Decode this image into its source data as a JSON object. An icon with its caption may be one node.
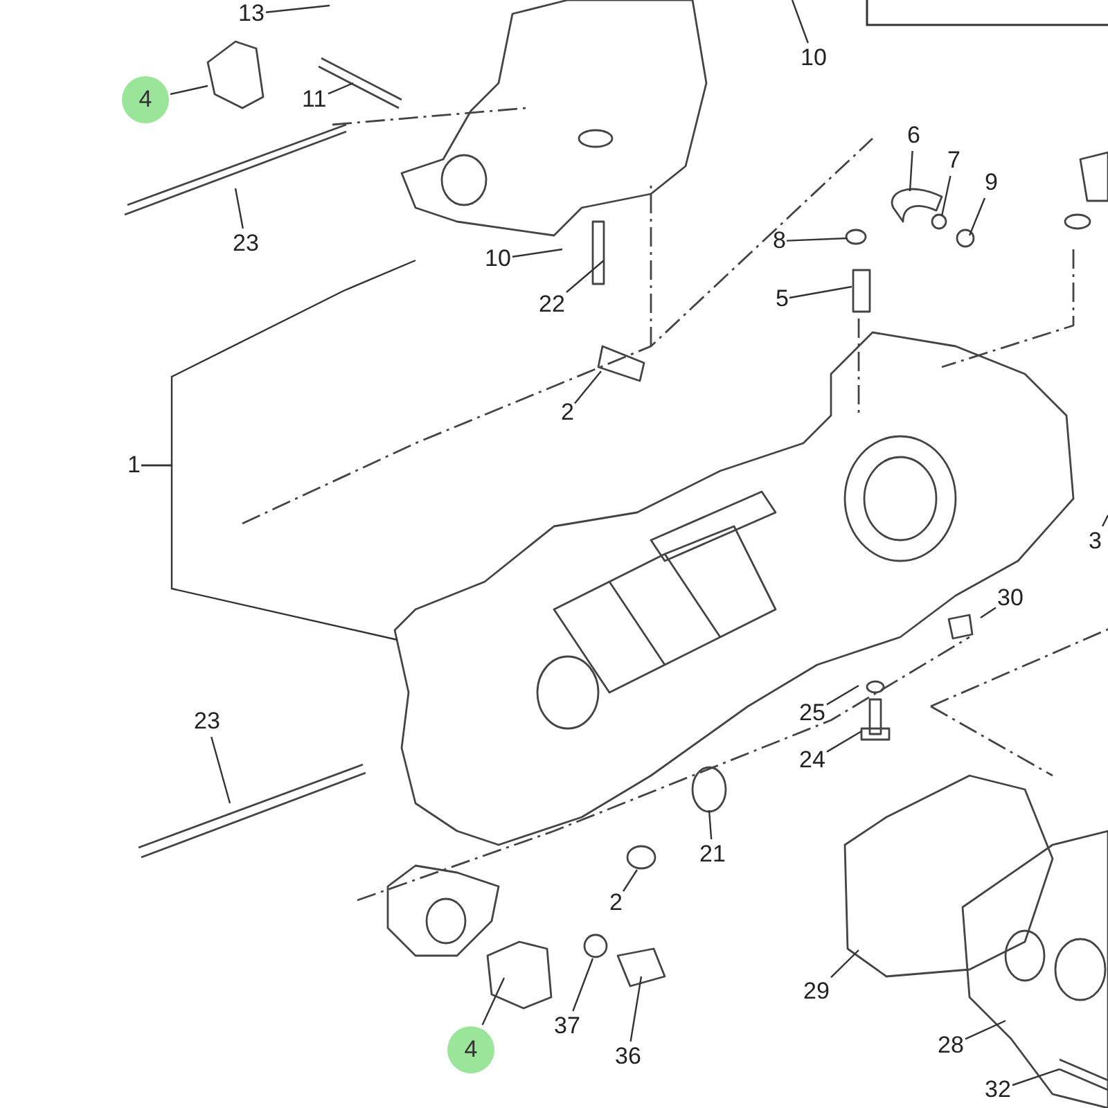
{
  "diagram": {
    "nodes": [
      {
        "text": [
          "13"
        ]
      },
      {
        "text": [
          "10"
        ]
      },
      {
        "text": [
          "4"
        ]
      },
      {
        "text": [
          "11"
        ]
      },
      {
        "text": [
          "6"
        ]
      },
      {
        "text": [
          "7"
        ]
      },
      {
        "text": [
          "9"
        ]
      },
      {
        "text": [
          "8"
        ]
      },
      {
        "text": [
          "5"
        ]
      },
      {
        "text": [
          "23"
        ]
      },
      {
        "text": [
          "10"
        ]
      },
      {
        "text": [
          "22"
        ]
      },
      {
        "text": [
          "2"
        ]
      },
      {
        "text": [
          "1"
        ]
      },
      {
        "text": [
          "3"
        ]
      },
      {
        "text": [
          "30"
        ]
      },
      {
        "text": [
          "25"
        ]
      },
      {
        "text": [
          "24"
        ]
      },
      {
        "text": [
          "23"
        ]
      },
      {
        "text": [
          "21"
        ]
      },
      {
        "text": [
          "2"
        ]
      },
      {
        "text": [
          "29"
        ]
      },
      {
        "text": [
          "4"
        ]
      },
      {
        "text": [
          "37"
        ]
      },
      {
        "text": [
          "36"
        ]
      },
      {
        "text": [
          "28"
        ]
      },
      {
        "text": [
          "32"
        ]
      }
    ],
    "edges": [
      {
        "from": 0,
        "to": null,
        "arrow": "none"
      },
      {
        "from": 1,
        "to": null,
        "arrow": "none"
      },
      {
        "from": 2,
        "to": null,
        "arrow": "none"
      },
      {
        "from": 3,
        "to": null,
        "arrow": "none"
      },
      {
        "from": 4,
        "to": null,
        "arrow": "none"
      },
      {
        "from": 5,
        "to": null,
        "arrow": "none"
      },
      {
        "from": 6,
        "to": null,
        "arrow": "none"
      },
      {
        "from": 7,
        "to": null,
        "arrow": "none"
      },
      {
        "from": 8,
        "to": null,
        "arrow": "none"
      },
      {
        "from": 9,
        "to": null,
        "arrow": "none"
      },
      {
        "from": 10,
        "to": null,
        "arrow": "none"
      },
      {
        "from": 11,
        "to": null,
        "arrow": "none"
      },
      {
        "from": 12,
        "to": null,
        "arrow": "none"
      },
      {
        "from": 13,
        "to": null,
        "arrow": "none"
      },
      {
        "from": 13,
        "to": null,
        "arrow": "none"
      },
      {
        "from": 14,
        "to": null,
        "arrow": "none"
      },
      {
        "from": 15,
        "to": null,
        "arrow": "none"
      },
      {
        "from": 16,
        "to": null,
        "arrow": "none"
      },
      {
        "from": 17,
        "to": null,
        "arrow": "none"
      },
      {
        "from": 18,
        "to": null,
        "arrow": "none"
      },
      {
        "from": 19,
        "to": null,
        "arrow": "none"
      },
      {
        "from": 20,
        "to": null,
        "arrow": "none"
      },
      {
        "from": 21,
        "to": null,
        "arrow": "none"
      },
      {
        "from": 22,
        "to": null,
        "arrow": "none"
      },
      {
        "from": 23,
        "to": null,
        "arrow": "none"
      },
      {
        "from": 24,
        "to": null,
        "arrow": "none"
      },
      {
        "from": 25,
        "to": null,
        "arrow": "none"
      },
      {
        "from": 26,
        "to": null,
        "arrow": "none"
      }
    ]
  }
}
